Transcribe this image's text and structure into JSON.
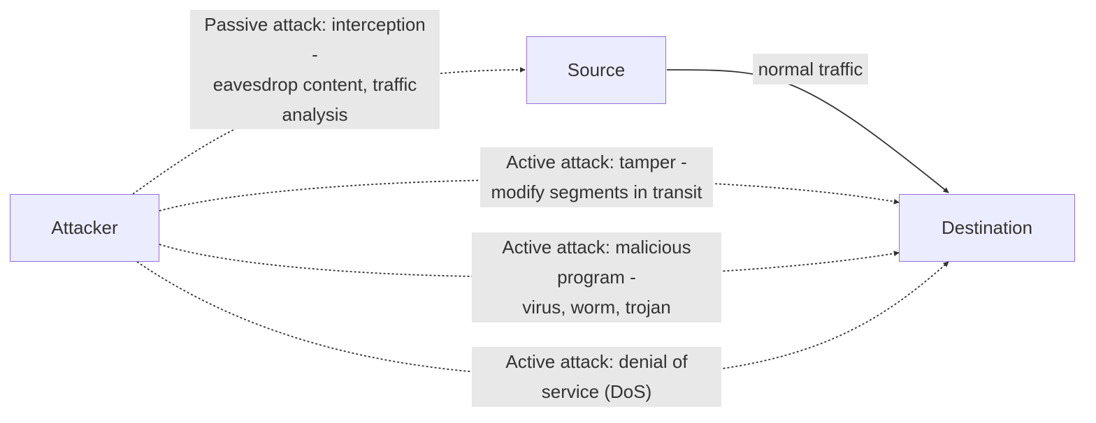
{
  "colors": {
    "node_fill": "#ececff",
    "node_border": "#9370db",
    "label_fill": "#e8e8e8",
    "edge": "#333333",
    "text": "#333333"
  },
  "nodes": {
    "attacker": "Attacker",
    "source": "Source",
    "destination": "Destination"
  },
  "edges": {
    "passive": {
      "style": "dotted",
      "lines": [
        "Passive attack: interception",
        "-",
        "eavesdrop content, traffic",
        "analysis"
      ]
    },
    "normal": {
      "style": "solid",
      "lines": [
        "normal traffic"
      ]
    },
    "tamper": {
      "style": "dotted",
      "lines": [
        "Active attack: tamper -",
        "modify segments in transit"
      ]
    },
    "malicious": {
      "style": "dotted",
      "lines": [
        "Active attack: malicious",
        "program -",
        "virus, worm, trojan"
      ]
    },
    "dos": {
      "style": "dotted",
      "lines": [
        "Active attack: denial of",
        "service (DoS)"
      ]
    }
  }
}
